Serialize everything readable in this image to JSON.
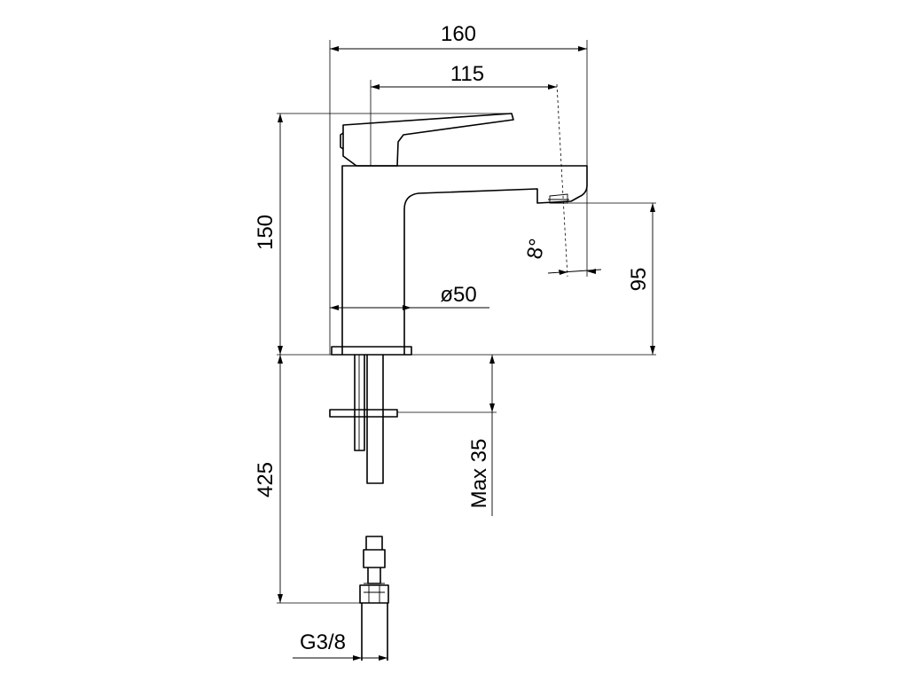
{
  "dimensions": {
    "overall_width": "160",
    "spout_reach": "115",
    "height": "150",
    "spout_height": "95",
    "spout_angle": "8°",
    "body_diameter": "ø50",
    "max_deck_thickness": "Max 35",
    "hose_length": "425",
    "connection_thread": "G3/8"
  }
}
